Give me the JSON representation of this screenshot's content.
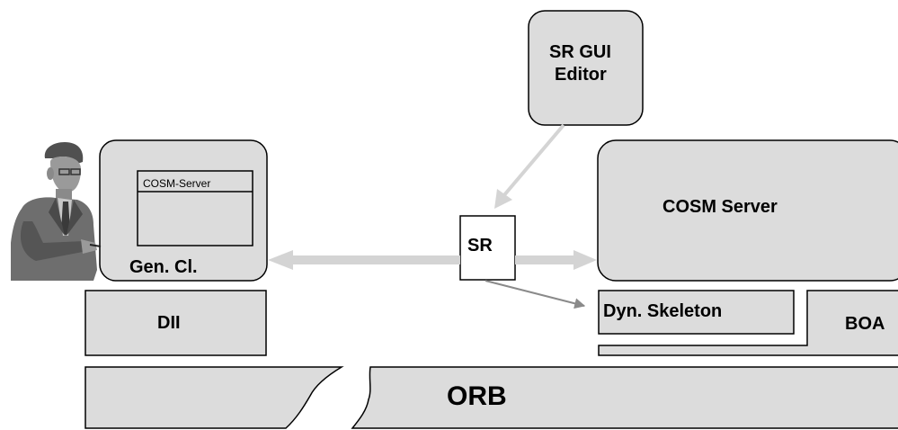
{
  "labels": {
    "sr_gui_editor_line1": "SR GUI",
    "sr_gui_editor_line2": "Editor",
    "cosm_server_window_title": "COSM-Server",
    "generic_client": "Gen. Cl.",
    "sr": "SR",
    "cosm_server": "COSM Server",
    "dii": "DII",
    "dyn_skeleton": "Dyn. Skeleton",
    "boa": "BOA",
    "orb": "ORB"
  },
  "colors": {
    "box_fill": "#dcdcdc",
    "box_stroke": "#000000",
    "arrow_light": "#d4d4d4",
    "arrow_dark": "#8a8a8a",
    "background": "#ffffff"
  },
  "icons": {
    "user": "person-at-computer-icon"
  }
}
